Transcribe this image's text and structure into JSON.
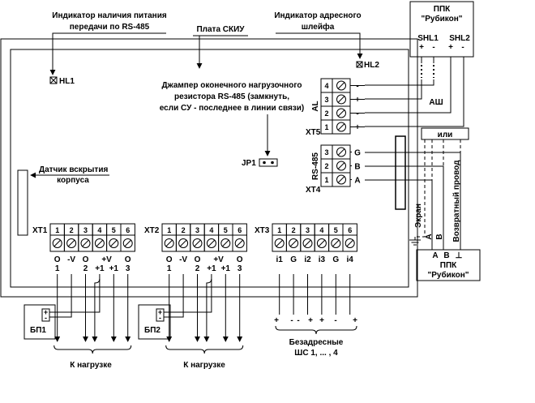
{
  "indicators": {
    "power_title_1": "Индикатор наличия питания",
    "power_title_2": "передачи по RS-485",
    "hl1": "HL1",
    "address_title_1": "Индикатор адресного",
    "address_title_2": "шлейфа",
    "hl2": "HL2"
  },
  "board": {
    "title": "Плата СКИУ"
  },
  "jumper": {
    "line_1": "Джампер оконечного нагрузочного",
    "line_2": "резистора  RS-485 (замкнуть,",
    "line_3": "если СУ - последнее в линии связи)",
    "name": "JP1"
  },
  "xt5": {
    "name": "XT5",
    "group": "AL",
    "terminals": [
      "4",
      "3",
      "2",
      "1"
    ],
    "signs": [
      "-",
      "+",
      "-",
      "+"
    ],
    "loop_label": "АШ"
  },
  "xt4": {
    "name": "XT4",
    "group": "RS-485",
    "terminals": [
      "3",
      "2",
      "1"
    ],
    "signals": [
      "G",
      "B",
      "A"
    ]
  },
  "ppk_top": {
    "title": "ППК",
    "name": "\"Рубикон\"",
    "shl1": "SHL1",
    "shl2": "SHL2",
    "signs": [
      "+",
      "-",
      "+",
      "-"
    ]
  },
  "or_label": "или",
  "cable": {
    "screen": "Экран",
    "a": "A",
    "b": "B",
    "return_wire": "Возвратный провод"
  },
  "ppk_bottom": {
    "title": "ППК",
    "name": "\"Рубикон\"",
    "terminals": [
      "A",
      "B",
      "⊥"
    ]
  },
  "tamper": {
    "line_1": "Датчик вскрытия",
    "line_2": "корпуса"
  },
  "xt1": {
    "name": "XT1",
    "terminals": [
      "1",
      "2",
      "3",
      "4",
      "5",
      "6"
    ],
    "row_1": [
      "О",
      "-V",
      "О",
      "",
      "",
      "О"
    ],
    "vplus": "+V",
    "row_2": [
      "1",
      "",
      "2",
      "+1",
      "+1",
      "3"
    ]
  },
  "xt2": {
    "name": "XT2",
    "terminals": [
      "1",
      "2",
      "3",
      "4",
      "5",
      "6"
    ],
    "row_1": [
      "О",
      "-V",
      "О",
      "",
      "",
      "О"
    ],
    "vplus": "+V",
    "row_2": [
      "1",
      "",
      "2",
      "+1",
      "+1",
      "3"
    ]
  },
  "xt3": {
    "name": "XT3",
    "terminals": [
      "1",
      "2",
      "3",
      "4",
      "5",
      "6"
    ],
    "labels": [
      "i1",
      "G",
      "i2",
      "i3",
      "G",
      "i4"
    ],
    "signs": [
      "+",
      "-",
      "-",
      "+",
      "+",
      "-",
      "+"
    ]
  },
  "psu": {
    "bp1": "БП1",
    "bp2": "БП2",
    "signs": [
      "+",
      "-"
    ],
    "load": "К нагрузке"
  },
  "zones": {
    "line_1": "Безадресные",
    "line_2": "ШС 1, ... , 4"
  },
  "colors": {
    "line": "#000000",
    "background": "#ffffff"
  }
}
